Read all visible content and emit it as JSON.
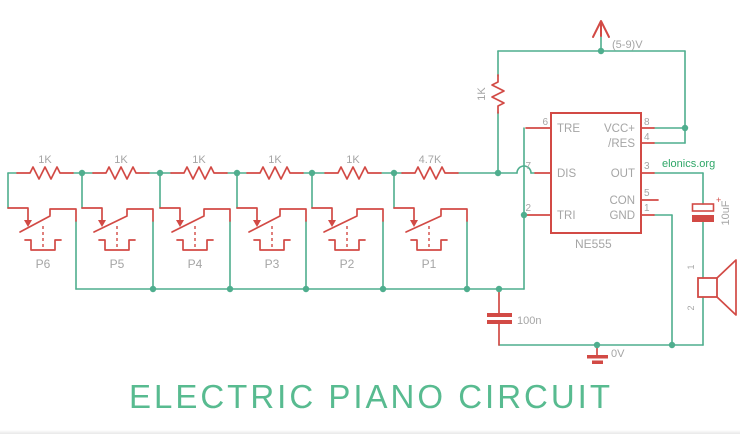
{
  "title": "ELECTRIC PIANO CIRCUIT",
  "watermark": "elonics.org",
  "power": {
    "supply": "(5-9)V",
    "ground": "0V"
  },
  "ic": {
    "name": "NE555",
    "pins": [
      {
        "num": "6",
        "name": "TRE"
      },
      {
        "num": "7",
        "name": "DIS"
      },
      {
        "num": "2",
        "name": "TRI"
      },
      {
        "num": "8",
        "name": "VCC+"
      },
      {
        "num": "4",
        "name": "/RES"
      },
      {
        "num": "3",
        "name": "OUT"
      },
      {
        "num": "5",
        "name": "CON"
      },
      {
        "num": "1",
        "name": "GND"
      }
    ]
  },
  "resistors": {
    "chain": [
      "1K",
      "1K",
      "1K",
      "1K",
      "1K",
      "4.7K"
    ],
    "timing": "1K"
  },
  "capacitors": {
    "timing": "100n",
    "output": "10uF",
    "output_polarity": "+"
  },
  "buttons": [
    "P6",
    "P5",
    "P4",
    "P3",
    "P2",
    "P1"
  ],
  "speaker": {
    "pins": [
      "1",
      "2"
    ]
  },
  "colors": {
    "wire": "#4fae8e",
    "component": "#d24a45",
    "label": "#a5a5a5",
    "brand": "#2fa768",
    "title": "#58bb90"
  }
}
